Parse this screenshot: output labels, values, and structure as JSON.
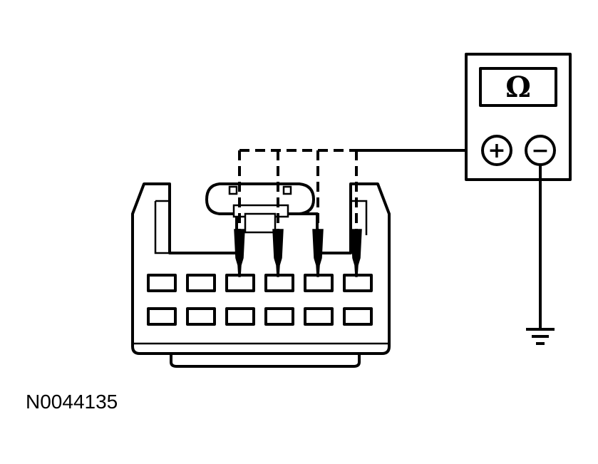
{
  "figure": {
    "id_label": "N0044135"
  },
  "meter": {
    "display_symbol": "Ω",
    "positive_terminal": "+",
    "negative_terminal": "−"
  },
  "connector": {
    "cavity_rows": 2,
    "cavities_per_row": 6,
    "probed_pins": 4
  },
  "colors": {
    "line": "#000000",
    "background": "#ffffff"
  }
}
